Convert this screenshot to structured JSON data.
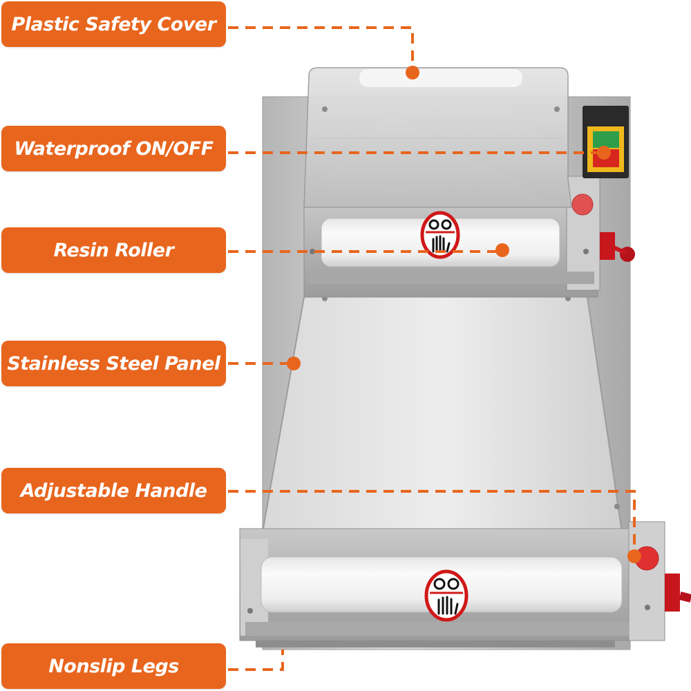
{
  "callouts": {
    "safety_cover": "Plastic Safety Cover",
    "on_off": "Waterproof ON/OFF",
    "roller": "Resin Roller",
    "panel": "Stainless Steel Panel",
    "handle": "Adjustable Handle",
    "legs": "Nonslip Legs"
  },
  "colors": {
    "callout": "#e8651d",
    "steel": "#c9c9c9",
    "roller": "#f2f2f2",
    "knob": "#c8161d",
    "switch_green": "#2e9e4a",
    "switch_red": "#d7261e",
    "switch_housing": "#f0b81c"
  },
  "icons": {
    "warning_sticker": "no-hands-warning-icon",
    "switch": "power-switch-icon",
    "knob": "adjustment-knob-icon"
  }
}
